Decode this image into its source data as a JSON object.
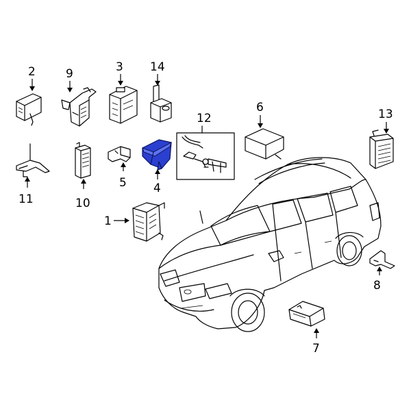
{
  "parts": [
    {
      "id": "part-1",
      "label": "1",
      "highlighted": false
    },
    {
      "id": "part-2",
      "label": "2",
      "highlighted": false
    },
    {
      "id": "part-3",
      "label": "3",
      "highlighted": false
    },
    {
      "id": "part-4",
      "label": "4",
      "highlighted": true
    },
    {
      "id": "part-5",
      "label": "5",
      "highlighted": false
    },
    {
      "id": "part-6",
      "label": "6",
      "highlighted": false
    },
    {
      "id": "part-7",
      "label": "7",
      "highlighted": false
    },
    {
      "id": "part-8",
      "label": "8",
      "highlighted": false
    },
    {
      "id": "part-9",
      "label": "9",
      "highlighted": false
    },
    {
      "id": "part-10",
      "label": "10",
      "highlighted": false
    },
    {
      "id": "part-11",
      "label": "11",
      "highlighted": false
    },
    {
      "id": "part-12",
      "label": "12",
      "highlighted": false
    },
    {
      "id": "part-13",
      "label": "13",
      "highlighted": false
    },
    {
      "id": "part-14",
      "label": "14",
      "highlighted": false
    }
  ],
  "colors": {
    "highlight": "#2b3fd0",
    "line": "#000000",
    "background": "#ffffff"
  }
}
